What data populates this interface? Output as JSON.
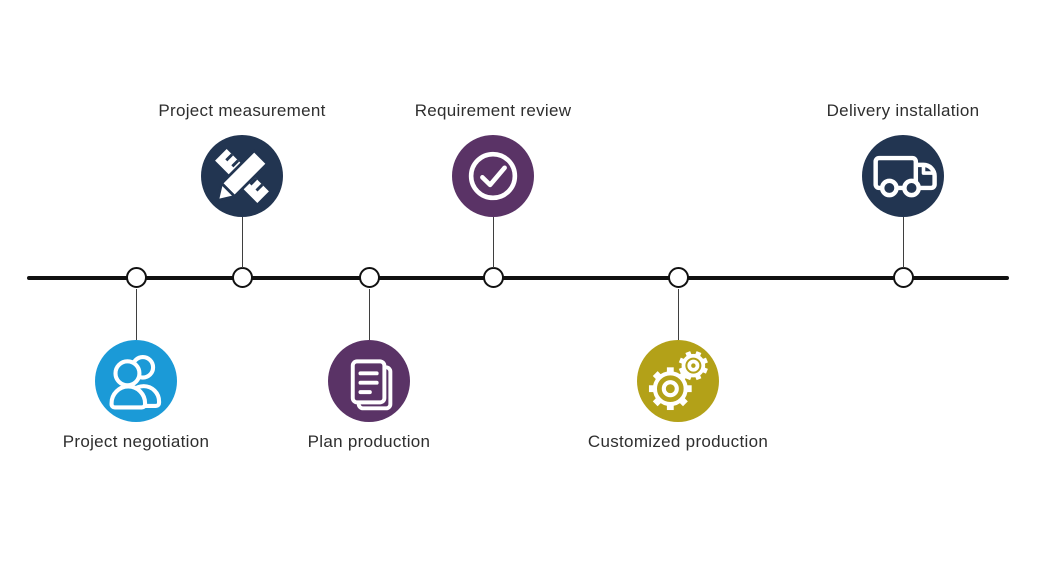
{
  "timeline": {
    "background": "#ffffff",
    "line_color": "#111111",
    "node_fill": "#ffffff",
    "node_border": "#111111",
    "label_color": "#2e2e2e",
    "steps": [
      {
        "label": "Project negotiation",
        "icon": "people-icon",
        "color": "#1b9ad7",
        "position": "below"
      },
      {
        "label": "Project measurement",
        "icon": "ruler-pencil-icon",
        "color": "#223551",
        "position": "above"
      },
      {
        "label": "Plan production",
        "icon": "document-icon",
        "color": "#5a3366",
        "position": "below"
      },
      {
        "label": "Requirement review",
        "icon": "check-circle-icon",
        "color": "#5a3366",
        "position": "above"
      },
      {
        "label": "Customized production",
        "icon": "gears-icon",
        "color": "#b3a118",
        "position": "below"
      },
      {
        "label": "Delivery installation",
        "icon": "truck-icon",
        "color": "#223551",
        "position": "above"
      }
    ]
  }
}
